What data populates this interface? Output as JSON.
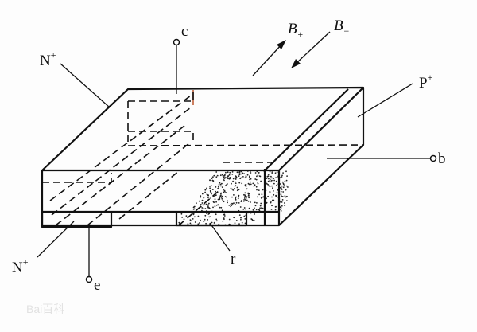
{
  "labels": {
    "collector": "c",
    "emitter": "e",
    "base": "b",
    "resistor": "r",
    "n_plus_top": {
      "main": "N",
      "sup": "+"
    },
    "n_plus_bottom": {
      "main": "N",
      "sup": "+"
    },
    "p_plus": {
      "main": "P",
      "sup": "+"
    },
    "b_plus": {
      "main": "B",
      "sub": "+"
    },
    "b_minus": {
      "main": "B",
      "sub": "−"
    }
  },
  "watermark": "Bai百科",
  "colors": {
    "line": "#111111",
    "accent": "#c0603a"
  }
}
